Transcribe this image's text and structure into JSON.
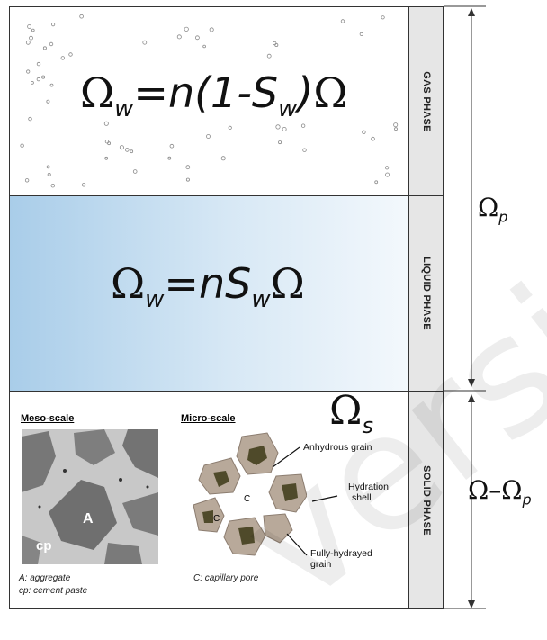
{
  "gas": {
    "label": "GAS PHASE",
    "formula": {
      "omega": "Ω",
      "sub": "w",
      "mid": "=n(1-S",
      "sub2": "w",
      ")": ")",
      "tail": "Ω"
    }
  },
  "liquid": {
    "label": "LIQUID PHASE",
    "formula": {
      "omega": "Ω",
      "sub": "w",
      "mid": "=nS",
      "sub2": "w",
      "tail": "Ω"
    }
  },
  "solid": {
    "label": "SOLID PHASE",
    "omega": "Ω",
    "sub": "s",
    "meso_title": "Meso-scale",
    "micro_title": "Micro-scale",
    "micro_labels": {
      "anhydrous": "Anhydrous grain",
      "hydration_1": "Hydration",
      "hydration_2": "shell",
      "fully_1": "Fully-hydrayed",
      "fully_2": "grain",
      "c": "C"
    },
    "meso_labels": {
      "a": "A",
      "cp": "cp"
    },
    "legend": {
      "a": "A:  aggregate",
      "cp": "cp: cement paste",
      "c": "C: capillary pore"
    }
  },
  "dimensions": {
    "pore": {
      "omega": "Ω",
      "sub": "p"
    },
    "solid": {
      "text": "Ω–Ω",
      "sub": "p"
    }
  },
  "watermark": "versi",
  "colors": {
    "aggregate": "#7a7a7a",
    "paste": "#c9c9c9",
    "grain_core": "#4f4a2a",
    "shell": "#b8a99a"
  }
}
